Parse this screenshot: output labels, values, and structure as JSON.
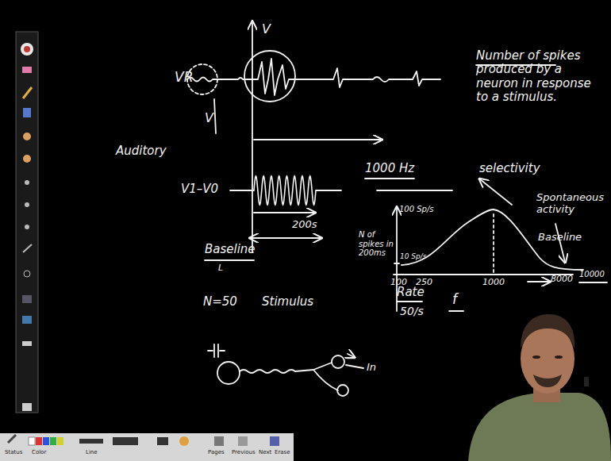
{
  "diagram": {
    "labels": [
      "V",
      "VR",
      "V",
      "Number of spikes produced by a neuron in response to a stimulus.",
      "Auditory",
      "V1–V0",
      "1000 Hz",
      "selectivity",
      "Spontaneous activity",
      "Baseline",
      "200s",
      "Baseline",
      "L",
      "100 Sp/s",
      "N of spikes in 200ms",
      "10 Sp/s",
      "100",
      "250",
      "1000",
      "8000",
      "10000",
      "Rate",
      "50/s",
      "N=50",
      "Stimulus",
      "f",
      "In",
      "Status",
      "Color",
      "Line",
      "Pages",
      "Previous",
      "Next",
      "Erase"
    ]
  }
}
